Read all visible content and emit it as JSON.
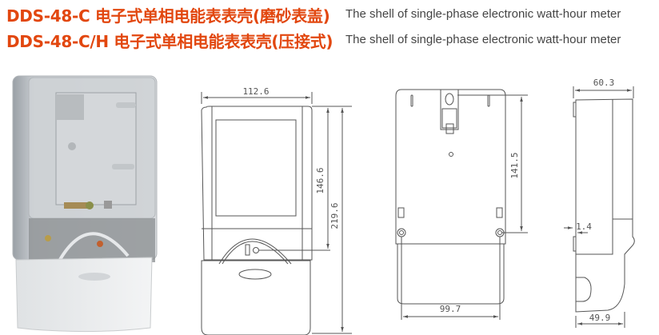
{
  "titles": [
    {
      "cn": "DDS-48-C 电子式单相电能表表壳(磨砂表盖)",
      "en": "The shell of single-phase electronic watt-hour meter"
    },
    {
      "cn": "DDS-48-C/H 电子式单相电能表表壳(压接式)",
      "en": "The shell of single-phase electronic watt-hour meter"
    }
  ],
  "colors": {
    "title": "#e2470f",
    "subtitle": "#444444",
    "line": "#666666"
  },
  "views": {
    "photo": {
      "label": "product-photo"
    },
    "front": {
      "width": "112.6",
      "inner_height": "146.6",
      "total_height": "219.6"
    },
    "back": {
      "mount_height": "141.5",
      "mount_width": "99.7"
    },
    "side": {
      "depth": "60.3",
      "step": "1.4",
      "bottom_depth": "49.9"
    }
  }
}
